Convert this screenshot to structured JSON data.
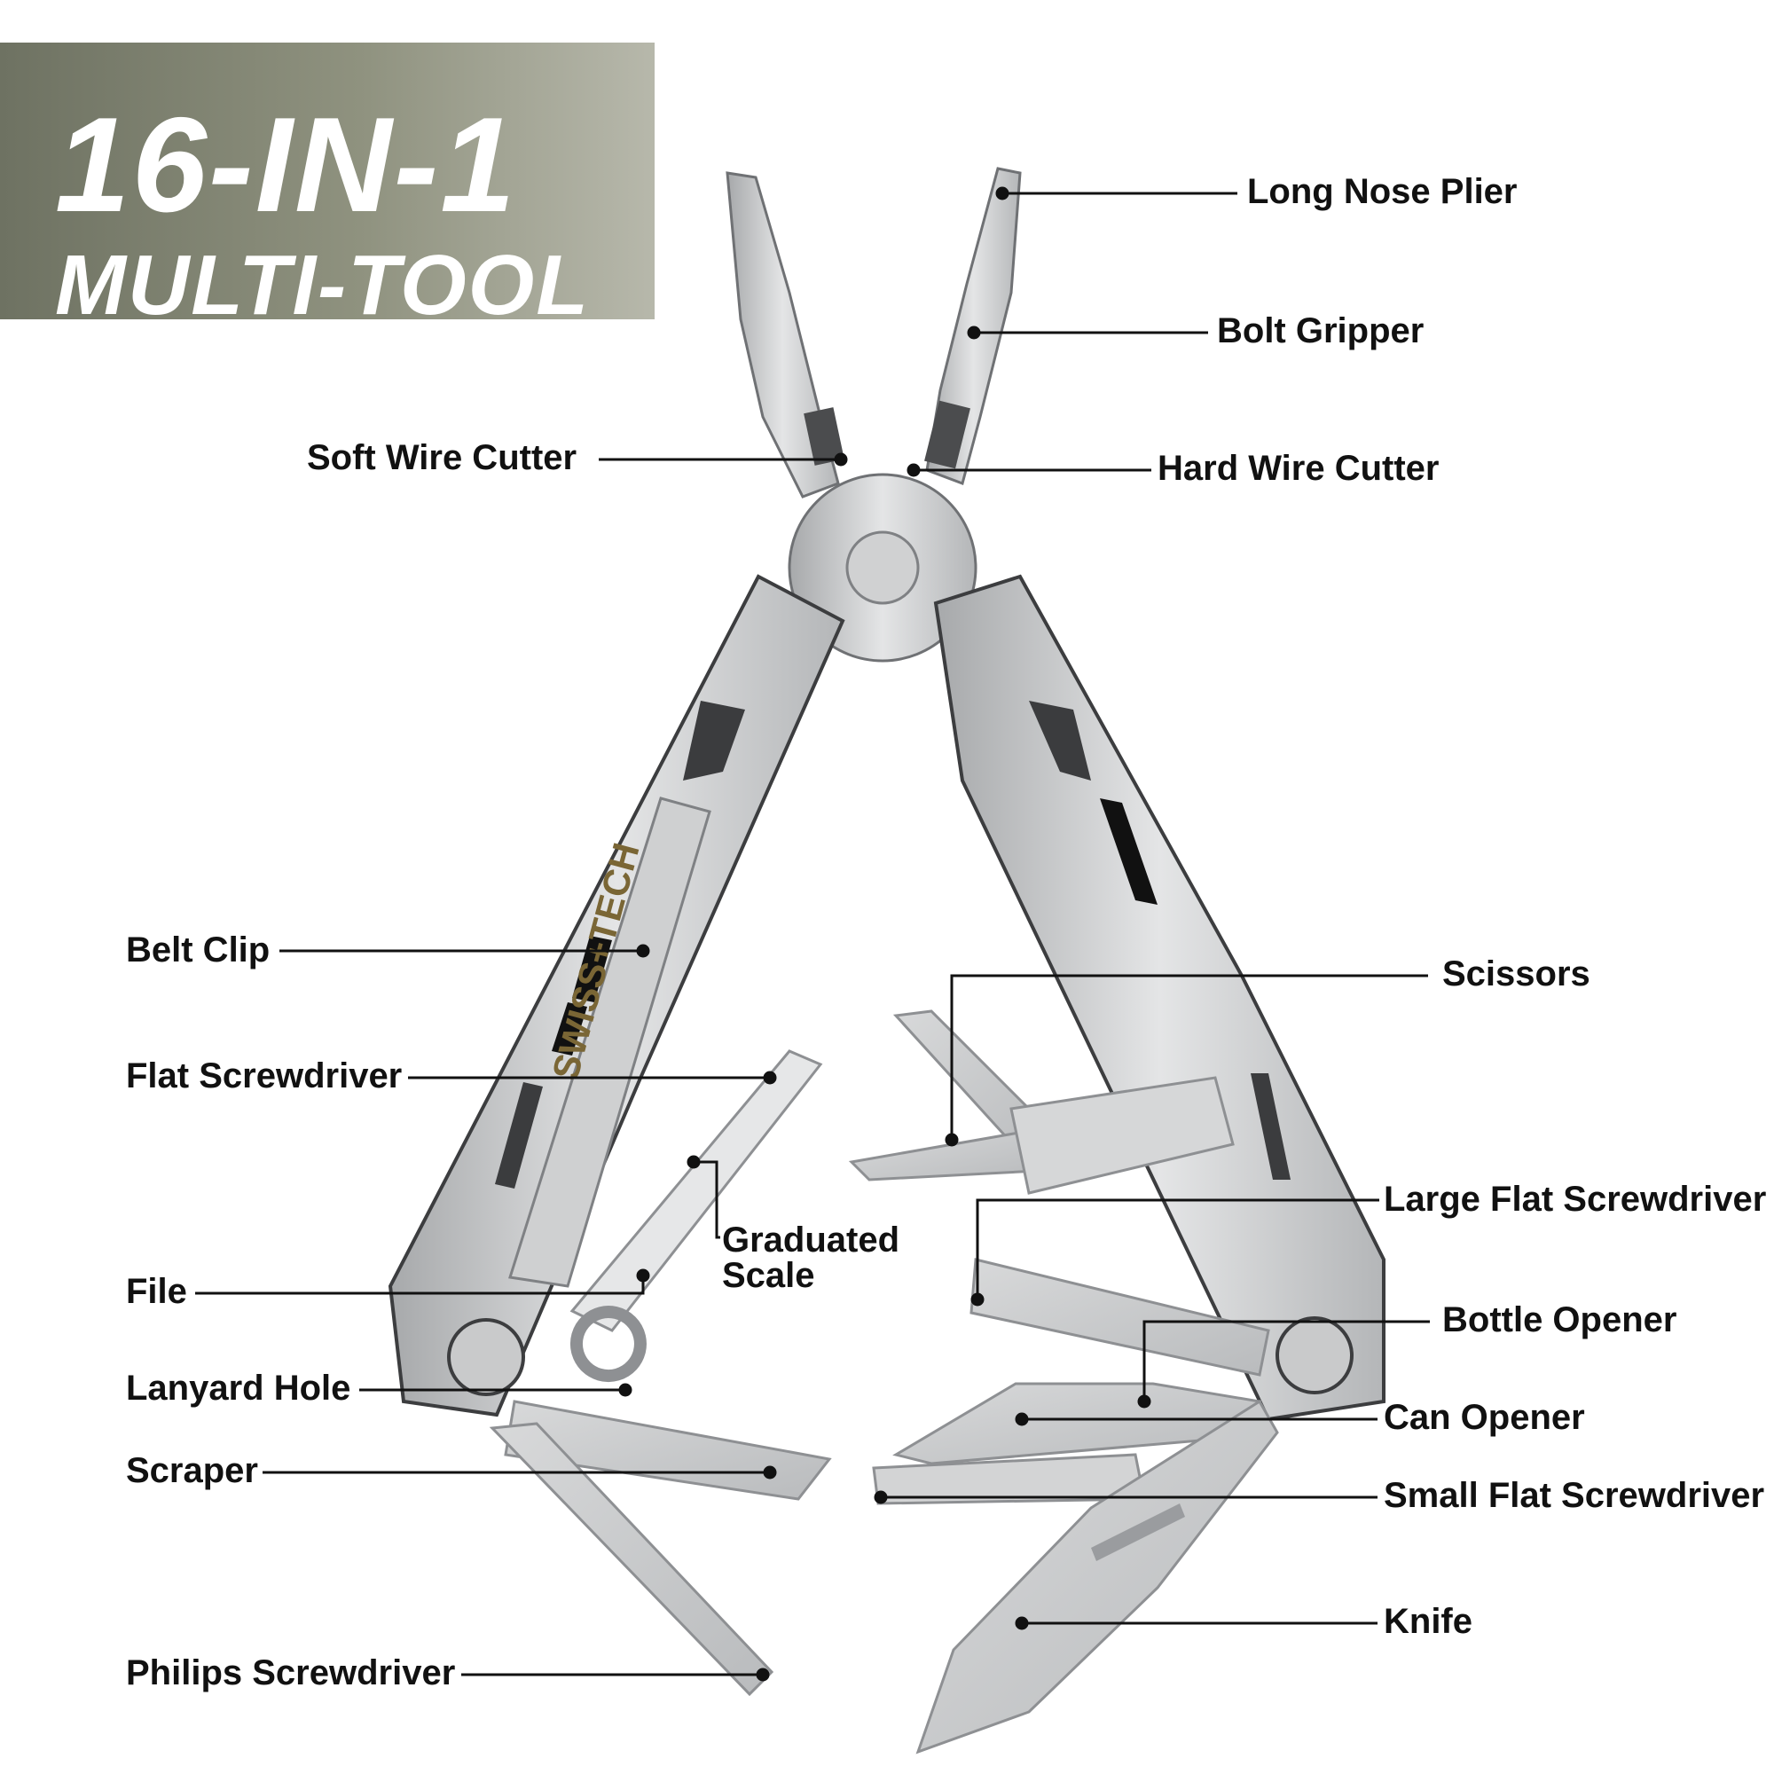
{
  "title": {
    "line1": "16-IN-1",
    "line2": "MULTI-TOOL"
  },
  "brand": "SWISS+TECH",
  "colors": {
    "banner": "#8a8d7a",
    "steel": "#c9cacb",
    "steel_dark": "#8e9093",
    "leader": "#111111"
  },
  "labels": {
    "long_nose_plier": "Long Nose Plier",
    "bolt_gripper": "Bolt Gripper",
    "soft_wire_cutter": "Soft Wire Cutter",
    "hard_wire_cutter": "Hard Wire Cutter",
    "belt_clip": "Belt Clip",
    "flat_screwdriver": "Flat Screwdriver",
    "file": "File",
    "lanyard_hole": "Lanyard Hole",
    "scraper": "Scraper",
    "philips_screwdriver": "Philips Screwdriver",
    "graduated_scale_1": "Graduated",
    "graduated_scale_2": "Scale",
    "scissors": "Scissors",
    "large_flat_screwdriver": "Large Flat Screwdriver",
    "bottle_opener": "Bottle Opener",
    "can_opener": "Can Opener",
    "small_flat_screwdriver": "Small Flat Screwdriver",
    "knife": "Knife"
  }
}
